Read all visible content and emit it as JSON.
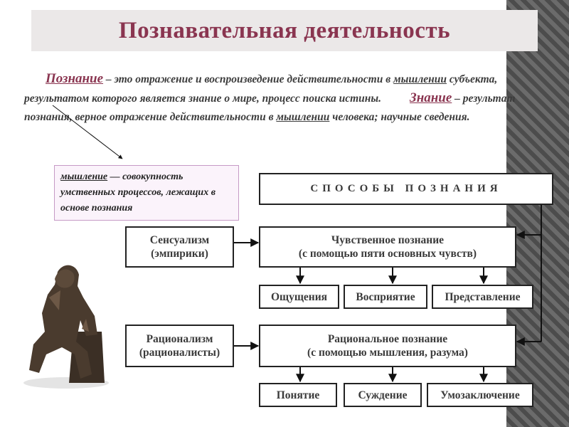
{
  "title": "Познавательная деятельность",
  "definitions": {
    "term_cognition": "Познание",
    "cognition_text_1": " – это отражение и воспроизведение действительности в ",
    "thinking_link_1": "мышлении",
    "cognition_text_2": " субъекта, результатом которого является знание о мире, процесс поиска истины.",
    "term_knowledge": "Знание",
    "knowledge_text_1": " – результат познания, верное отражение действительности в ",
    "thinking_link_2": "мышлении",
    "knowledge_text_2": " человека; научные сведения."
  },
  "callout": {
    "term": "мышление",
    "text": " — совокупность умственных процессов, лежащих в основе познания"
  },
  "diagram": {
    "methods_title": "СПОСОБЫ ПОЗНАНИЯ",
    "sensualism": [
      "Сенсуализм",
      "(эмпирики)"
    ],
    "rationalism": [
      "Рационализм",
      "(рационалисты)"
    ],
    "sensory": [
      "Чувственное познание",
      "(с помощью пяти основных чувств)"
    ],
    "rational": [
      "Рациональное познание",
      "(с помощью мышления, разума)"
    ],
    "sensory_forms": [
      "Ощущения",
      "Восприятие",
      "Представление"
    ],
    "rational_forms": [
      "Понятие",
      "Суждение",
      "Умозаключение"
    ]
  },
  "colors": {
    "accent": "#8a3550",
    "frame": "#222222"
  }
}
